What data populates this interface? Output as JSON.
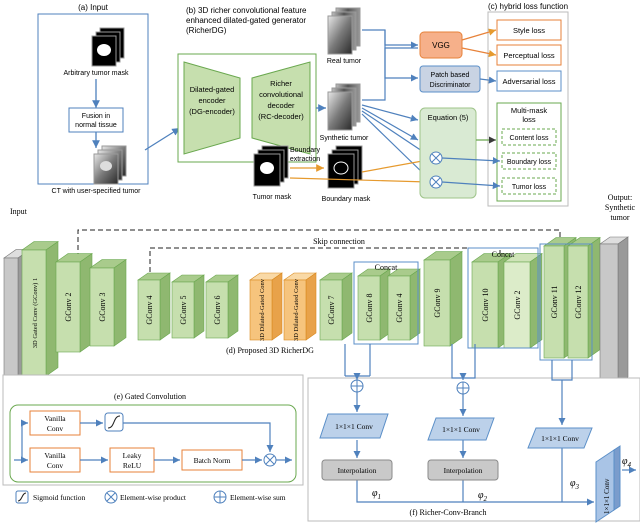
{
  "top": {
    "input_title": "(a) Input",
    "generator_title": [
      "(b) 3D richer convolutional feature",
      "enhanced dilated-gated generator",
      "(RicherDG)"
    ],
    "loss_title": "(c) hybrid loss function",
    "arbitrary_mask": "Arbitrary tumor mask",
    "fusion": [
      "Fusion in",
      "normal tissue"
    ],
    "ct_label": "CT with user-specified tumor",
    "encoder": [
      "Dilated-gated",
      "encoder",
      "(DG-encoder)"
    ],
    "decoder": [
      "Richer",
      "convolutional",
      "decoder",
      "(RC-decoder)"
    ],
    "real_tumor": "Real tumor",
    "synthetic_tumor": "Synthetic tumor",
    "vgg": "VGG",
    "discriminator": [
      "Patch based",
      "Discriminator"
    ],
    "equation": "Equation (5)",
    "style_loss": "Style loss",
    "perceptual_loss": "Perceptual loss",
    "adversarial_loss": "Adversarial loss",
    "multimask_loss": [
      "Multi-mask",
      "loss"
    ],
    "content_loss": "Content loss",
    "boundary_loss": "Boundary loss",
    "tumor_loss": "Tumor loss",
    "boundary_extraction": [
      "Boundary",
      "extraction"
    ],
    "tumor_mask": "Tumor mask",
    "boundary_mask": "Boundary mask"
  },
  "net": {
    "input": "Input",
    "output": [
      "Output:",
      "Synthetic",
      "tumor"
    ],
    "skip": "Skip connection",
    "concat1": "Concat",
    "concat2": "Concat",
    "caption": "(d) Proposed 3D RicherDG",
    "gated_conv_block": "3D Gated Conv (GConv) 1",
    "gconv2": "GConv 2",
    "gconv3": "GConv 3",
    "gconv4": "GConv 4",
    "gconv5": "GConv 5",
    "gconv6": "GConv 6",
    "dil1": "3D Dilated-Gated Conv",
    "dil2": "3D Dilated-Gated Conv",
    "gconv7": "GConv 7",
    "gconv8": "GConv 8",
    "gconv4b": "GConv 4",
    "gconv9": "GConv 9",
    "gconv10": "GConv 10",
    "gconv2b": "GConv 2",
    "gconv11": "GConv 11",
    "gconv12": "GConv 12"
  },
  "gated": {
    "title": "(e) Gated Convolution",
    "vconv1": [
      "Vanilla",
      "Conv"
    ],
    "vconv2": [
      "Vanilla",
      "Conv"
    ],
    "leaky": [
      "Leaky",
      "ReLU"
    ],
    "batchnorm": "Batch Norm",
    "legend_sigmoid": "Sigmoid function",
    "legend_product": "Element-wise product",
    "legend_sum": "Element-wise sum"
  },
  "branch": {
    "conv1": "1×1×1 Conv",
    "conv2": "1×1×1 Conv",
    "conv3": "1×1×1 Conv",
    "conv4": "1×1×1 Conv",
    "interp1": "Interpolation",
    "interp2": "Interpolation",
    "phi1": "φ",
    "phi1_sub": "1",
    "phi2": "φ",
    "phi2_sub": "2",
    "phi3": "φ",
    "phi3_sub": "3",
    "phi4": "φ",
    "phi4_sub": "4",
    "caption": "(f) Richer-Conv-Branch"
  },
  "colors": {
    "green_front": "#c6dfae",
    "green_side": "#8fb870",
    "green_top": "#a9cb8c",
    "orange_front": "#f6c47d",
    "orange_border": "#d98a1f",
    "loss_orange": "#e7823a",
    "loss_blue": "#5b8fc8",
    "loss_green": "#6aa84f",
    "arrow_blue": "#4f81bd",
    "arrow_orange": "#e69a2e"
  }
}
